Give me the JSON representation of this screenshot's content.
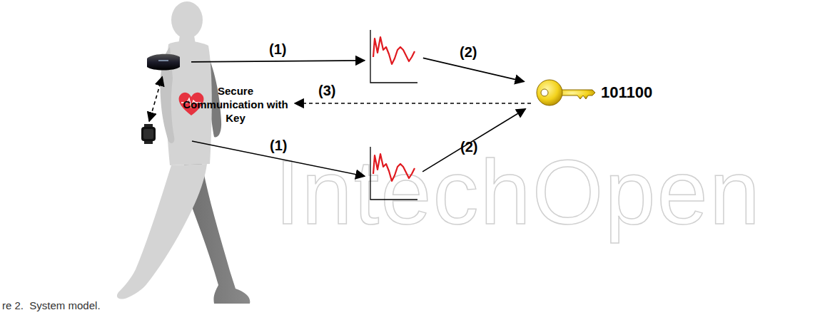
{
  "diagram": {
    "caption": "re 2.  System model.",
    "nodes": [
      {
        "text": []
      },
      {
        "text": []
      },
      {
        "text": []
      },
      {
        "text": []
      },
      {
        "text": [
          "101100"
        ]
      }
    ],
    "edges": [
      {
        "from": 0,
        "to": 2,
        "label": "(1)",
        "arrow": "to"
      },
      {
        "from": 1,
        "to": 3,
        "label": "(1)",
        "arrow": "to"
      },
      {
        "from": 2,
        "to": 4,
        "label": "(2)",
        "arrow": "to"
      },
      {
        "from": 3,
        "to": 4,
        "label": "(2)",
        "arrow": "to"
      },
      {
        "from": 0,
        "to": 1,
        "arrow": "both"
      }
    ],
    "labels": [
      "IntechOpen",
      "(3)",
      "Secure Communication with Key"
    ]
  }
}
